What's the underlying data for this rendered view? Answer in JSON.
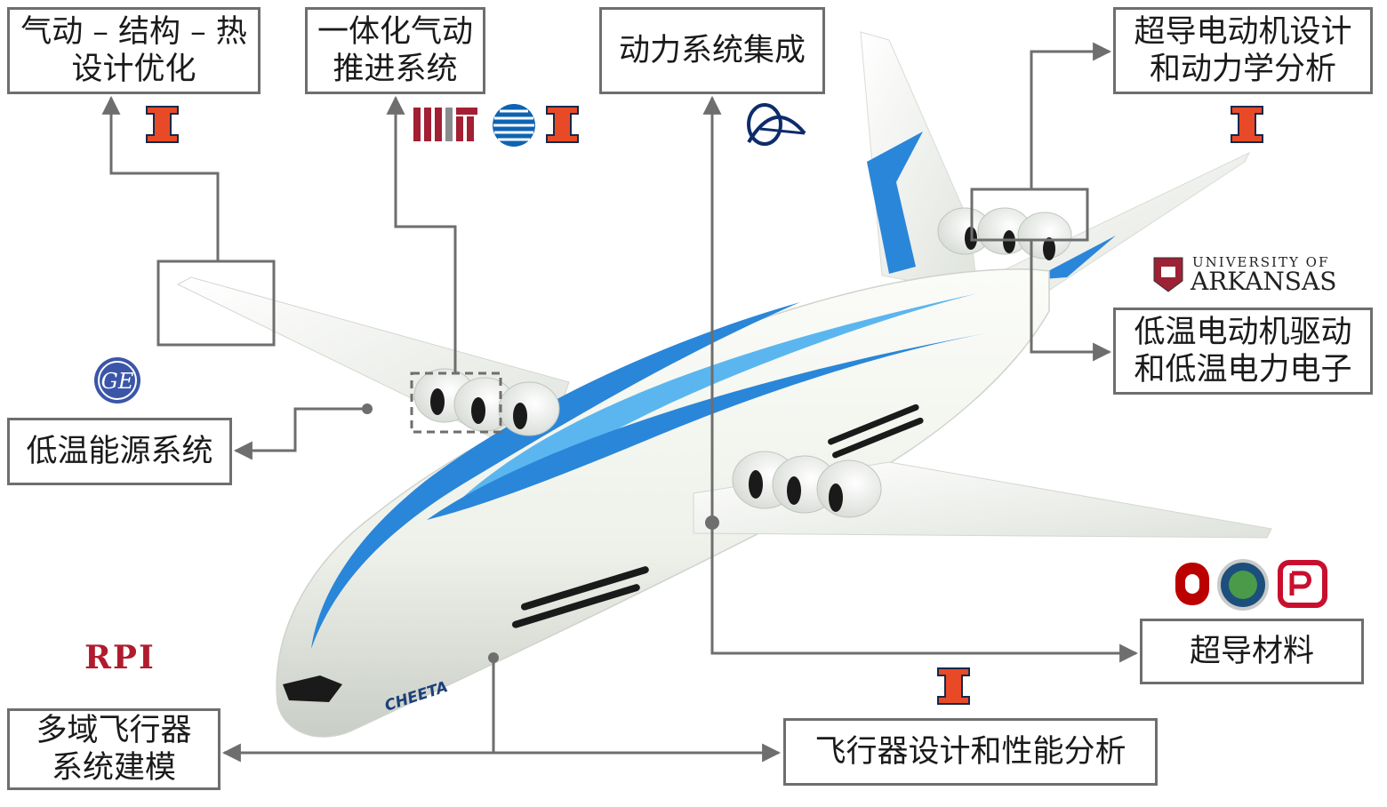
{
  "labels": {
    "aero_struct_thermal": "气动 – 结构 – 热\n设计优化",
    "integrated_propulsion": "一体化气动\n推进系统",
    "power_integration": "动力系统集成",
    "sc_motor_design": "超导电动机设计\n和动力学分析",
    "cryo_drive": "低温电动机驱动\n和低温电力电子",
    "cryo_energy": "低温能源系统",
    "sc_materials": "超导材料",
    "multidomain_modeling": "多域飞行器\n系统建模",
    "aircraft_design": "飞行器设计和性能分析"
  },
  "logos": {
    "mit": "MIT",
    "ge": "GE",
    "arkansas_line1": "UNIVERSITY OF",
    "arkansas_line2": "ARKANSAS",
    "rpi": "RPI",
    "aircraft_name": "CHEETA"
  },
  "colors": {
    "illinois_orange": "#e84a27",
    "illinois_navy": "#13294b",
    "mit_red": "#a31f34",
    "boeing_blue": "#0d2c6c",
    "livery_blue": "#2a86d9",
    "livery_light": "#5bb6ef",
    "line_gray": "#6e6e6e",
    "rpi_red": "#b01c2e",
    "osu_red": "#bb0000"
  }
}
